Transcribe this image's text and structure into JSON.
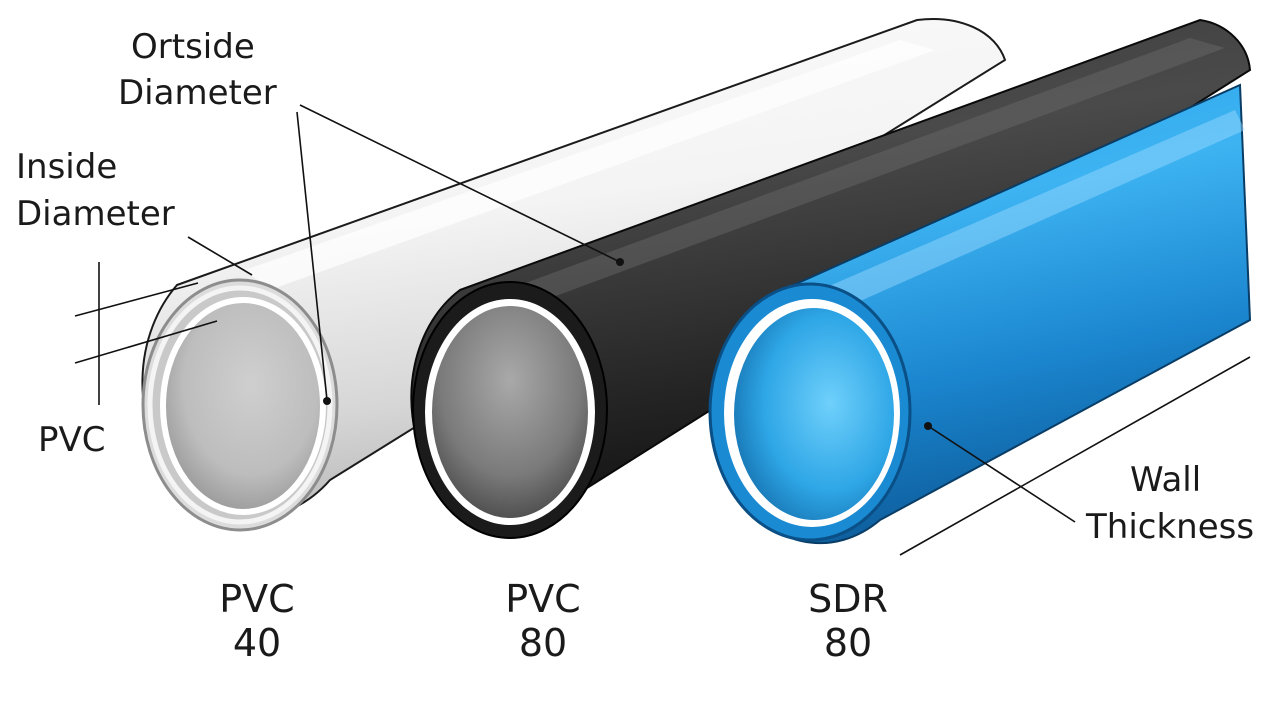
{
  "callouts": {
    "outside_diameter": [
      "Ortside",
      "Diameter"
    ],
    "inside_diameter": [
      "Inside",
      "Diameter"
    ],
    "material": "PVC",
    "wall_thickness": [
      "Wall",
      "Thickness"
    ]
  },
  "pipes": [
    {
      "name_line1": "PVC",
      "name_line2": "40",
      "color": "#e4e4e4"
    },
    {
      "name_line1": "PVC",
      "name_line2": "80",
      "color": "#2d2d2d"
    },
    {
      "name_line1": "SDR",
      "name_line2": "80",
      "color": "#1f8fd6"
    }
  ]
}
